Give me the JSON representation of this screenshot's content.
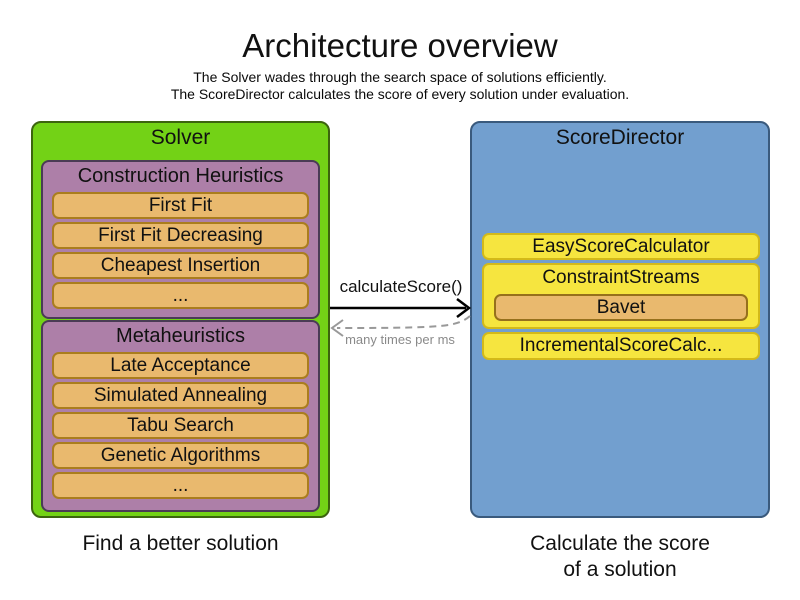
{
  "header": {
    "title": "Architecture overview",
    "subtitle_line1": "The Solver wades through the search space of solutions efficiently.",
    "subtitle_line2": "The ScoreDirector calculates the score of every solution under evaluation."
  },
  "solver": {
    "title": "Solver",
    "caption": "Find a better solution",
    "sections": [
      {
        "label": "Construction Heuristics",
        "items": [
          "First Fit",
          "First Fit Decreasing",
          "Cheapest Insertion",
          "..."
        ]
      },
      {
        "label": "Metaheuristics",
        "items": [
          "Late Acceptance",
          "Simulated Annealing",
          "Tabu Search",
          "Genetic Algorithms",
          "..."
        ]
      }
    ]
  },
  "score_director": {
    "title": "ScoreDirector",
    "caption_line1": "Calculate the score",
    "caption_line2": "of a solution",
    "calculators": [
      "EasyScoreCalculator",
      "ConstraintStreams",
      "IncrementalScoreCalc..."
    ],
    "constraint_streams_impl": "Bavet"
  },
  "interaction": {
    "call_label": "calculateScore()",
    "frequency_label": "many times per ms"
  },
  "colors": {
    "solver_green": "#73d216",
    "solver_border": "#3c640e",
    "section_purple": "#ad7fa8",
    "item_orange": "#e9b96e",
    "director_blue": "#729fcf",
    "calculator_yellow": "#f6e53f",
    "arrow_black": "#000000",
    "arrow_gray": "#999999"
  }
}
